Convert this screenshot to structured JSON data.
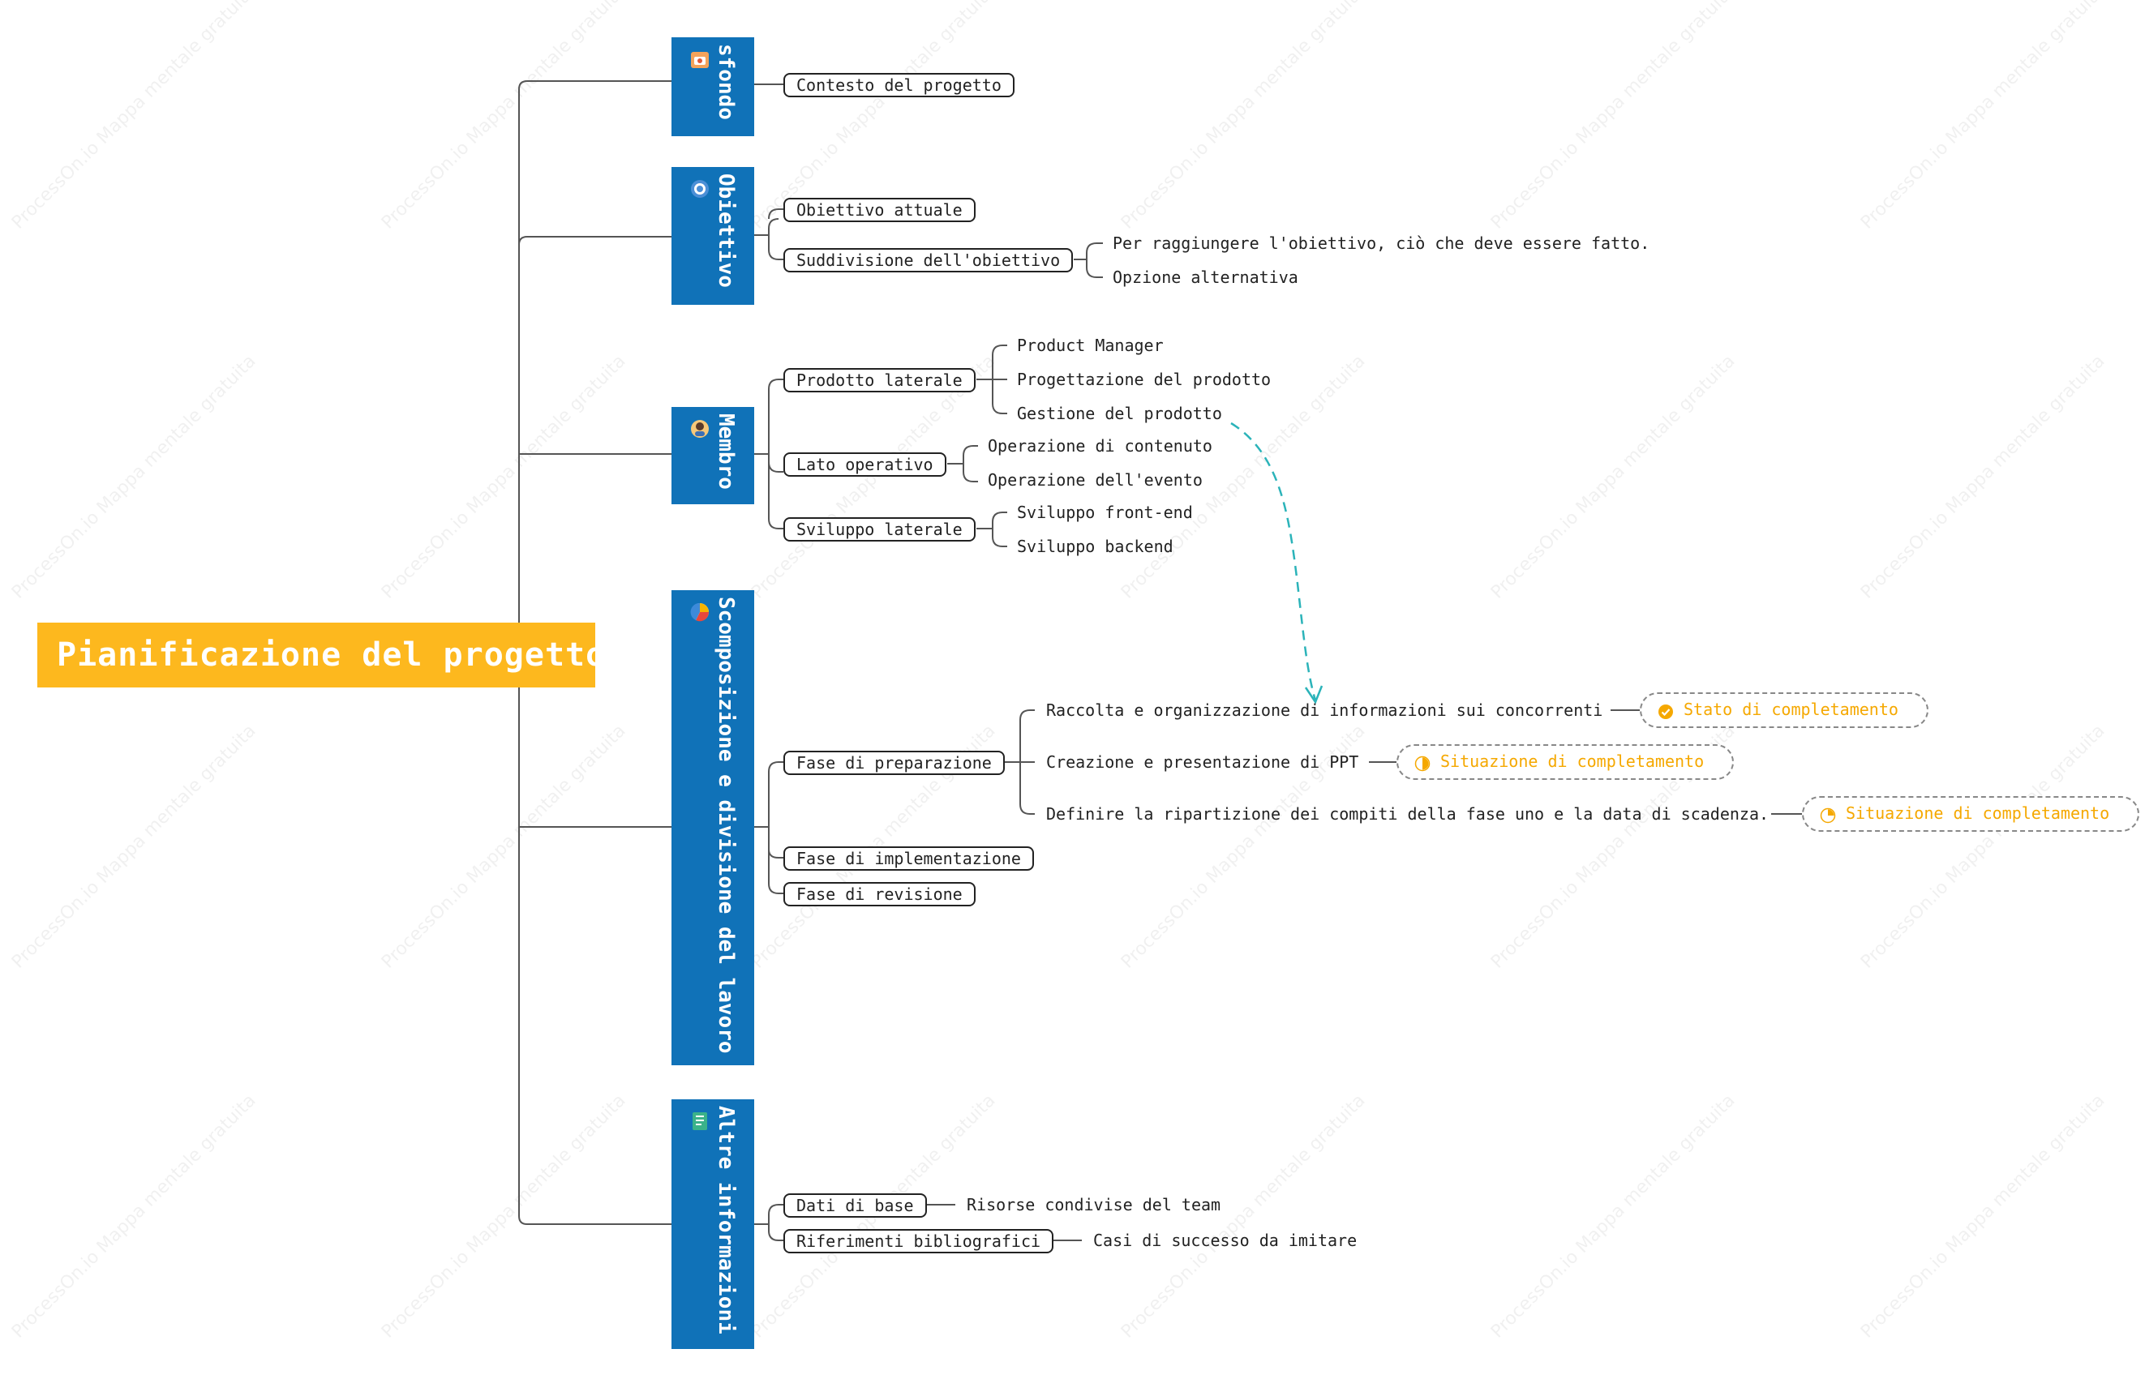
{
  "root": {
    "title": "Pianificazione del progetto"
  },
  "watermark": "ProcessOn.io Mappa mentale gratuita",
  "colors": {
    "root_bg": "#fdb81e",
    "branch_bg": "#1072b8",
    "status_text": "#f5a800",
    "link_arrow": "#2bb3b9"
  },
  "branches": {
    "sfondo": {
      "label": "sfondo",
      "icon": "box-icon",
      "children": {
        "contesto": "Contesto del progetto"
      }
    },
    "obiettivo": {
      "label": "Obiettivo",
      "icon": "target-icon",
      "children": {
        "attuale": "Obiettivo attuale",
        "suddivisione": {
          "label": "Suddivisione dell'obiettivo",
          "leaves": [
            "Per raggiungere l'obiettivo, ciò che deve essere fatto.",
            "Opzione alternativa"
          ]
        }
      }
    },
    "membro": {
      "label": "Membro",
      "icon": "person-icon",
      "children": {
        "prodotto": {
          "label": "Prodotto laterale",
          "leaves": [
            "Product Manager",
            "Progettazione del prodotto",
            "Gestione del prodotto"
          ]
        },
        "operativo": {
          "label": "Lato operativo",
          "leaves": [
            "Operazione di contenuto",
            "Operazione dell'evento"
          ]
        },
        "sviluppo": {
          "label": "Sviluppo laterale",
          "leaves": [
            "Sviluppo front-end",
            "Sviluppo backend"
          ]
        }
      }
    },
    "scomposizione": {
      "label": "Scomposizione e divisione del lavoro",
      "icon": "pie-chart-icon",
      "children": {
        "preparazione": {
          "label": "Fase di preparazione",
          "tasks": [
            {
              "text": "Raccolta e organizzazione di informazioni sui concorrenti",
              "status": "Stato di completamento",
              "status_icon": "check-circle-icon",
              "progress": 1.0
            },
            {
              "text": "Creazione e presentazione di PPT",
              "status": "Situazione di completamento",
              "status_icon": "progress-half-icon",
              "progress": 0.5
            },
            {
              "text": "Definire la ripartizione dei compiti della fase uno e la data di scadenza.",
              "status": "Situazione di completamento",
              "status_icon": "progress-quarter-icon",
              "progress": 0.25
            }
          ]
        },
        "implementazione": "Fase di implementazione",
        "revisione": "Fase di revisione"
      }
    },
    "altre": {
      "label": "Altre informazioni",
      "icon": "notebook-icon",
      "children": {
        "dati": {
          "label": "Dati di base",
          "leaf": "Risorse condivise del team"
        },
        "riferimenti": {
          "label": "Riferimenti bibliografici",
          "leaf": "Casi di successo da imitare"
        }
      }
    }
  }
}
